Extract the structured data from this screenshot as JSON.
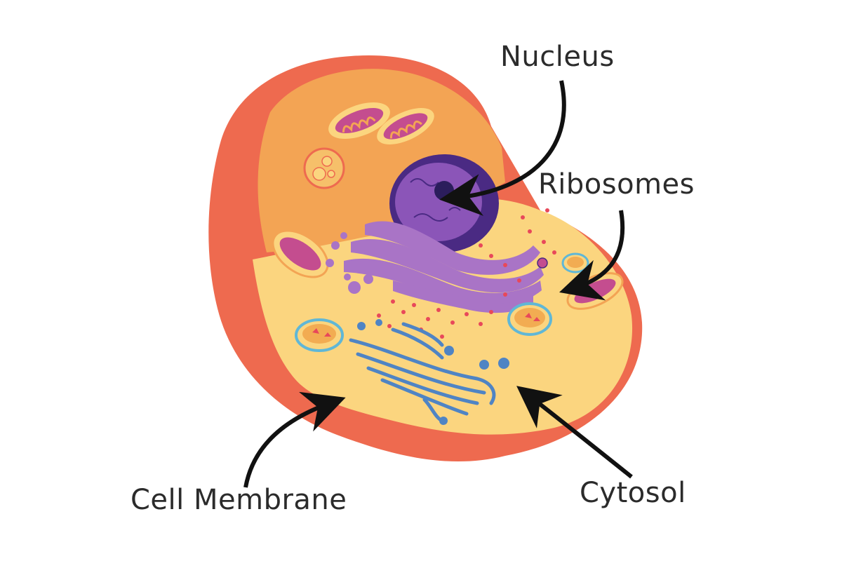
{
  "labels": {
    "nucleus": "Nucleus",
    "ribosomes": "Ribosomes",
    "cell_membrane": "Cell Membrane",
    "cytosol": "Cytosol"
  },
  "colors": {
    "membrane": "#ee6a4f",
    "back_wall": "#f3a454",
    "cytosol": "#fbd57f",
    "nucleus_outer": "#4a2a83",
    "nucleus_inner": "#8b55b8",
    "nucleolus": "#2b1d5c",
    "er": "#a974c6",
    "golgi_blue": "#4f84c4",
    "golgi_fill": "#f2ac52",
    "mitochondria": "#c44d8f",
    "ribosome_dot": "#e8485a",
    "arrow": "#111111",
    "text": "#2b2b2b"
  }
}
